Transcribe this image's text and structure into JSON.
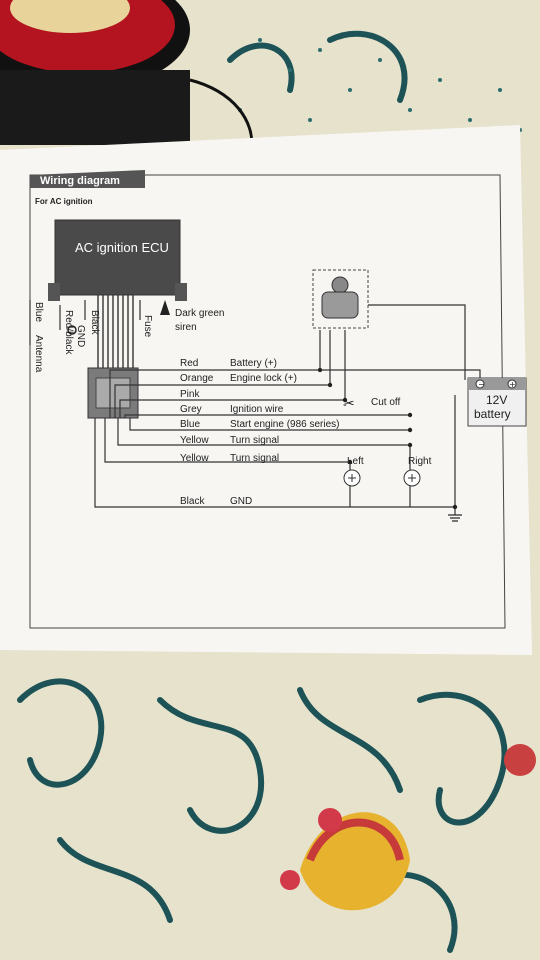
{
  "diagram": {
    "header": "Wiring diagram",
    "subheader": "For AC ignition",
    "ecu_label": "AC ignition ECU",
    "left_labels": {
      "blue": "Blue",
      "antenna": "Antenna",
      "red_black": "Red/black",
      "gnd": "GND",
      "black": "Black",
      "fuse": "Fuse"
    },
    "siren": {
      "line1": "Dark green",
      "line2": "siren"
    },
    "wires": [
      {
        "color": "Red",
        "function": "Battery (+)"
      },
      {
        "color": "Orange",
        "function": "Engine lock (+)"
      },
      {
        "color": "Pink",
        "function": ""
      },
      {
        "color": "Grey",
        "function": "Ignition wire"
      },
      {
        "color": "Blue",
        "function": "Start engine (986 series)"
      },
      {
        "color": "Yellow",
        "function": "Turn signal"
      },
      {
        "color": "Yellow",
        "function": "Turn signal"
      },
      {
        "color": "Black",
        "function": "GND"
      }
    ],
    "cut_off": "Cut off",
    "lamps": {
      "left": "Left",
      "right": "Right"
    },
    "battery": {
      "line1": "12V",
      "line2": "battery",
      "neg": "−",
      "pos": "+"
    }
  }
}
